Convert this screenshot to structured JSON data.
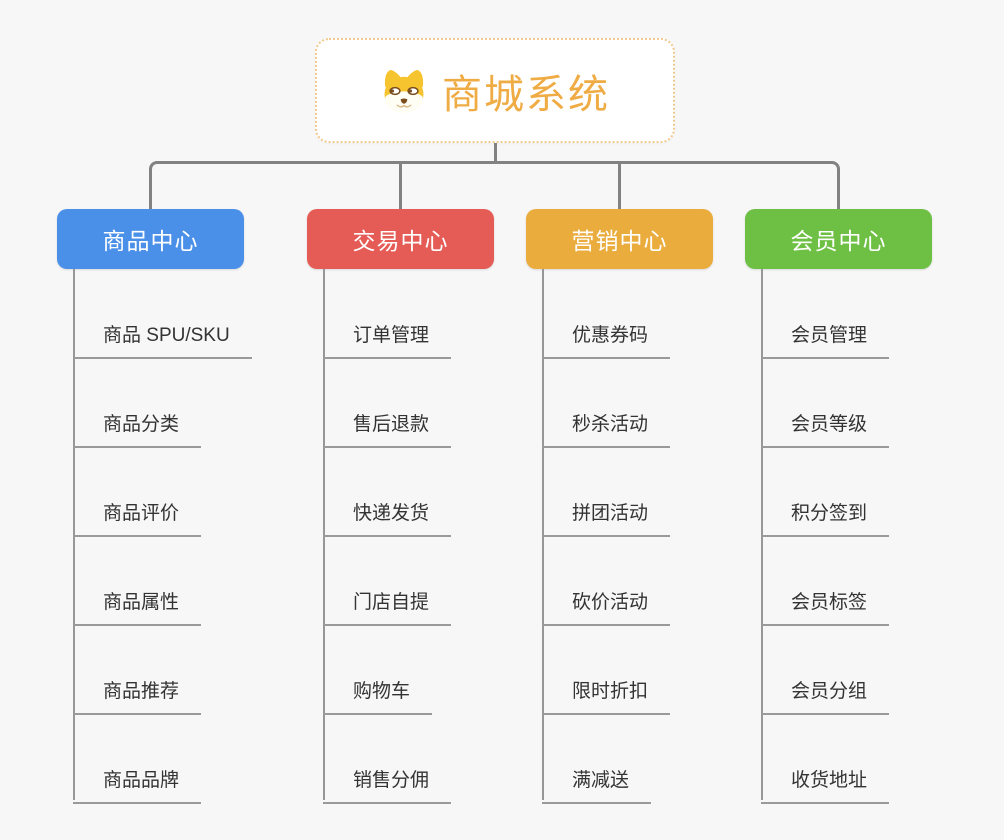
{
  "root": {
    "title": "商城系统",
    "icon": "doge-icon",
    "title_color": "#EFAC44",
    "border_color": "#F2C98C"
  },
  "palette": {
    "background": "#F7F7F7",
    "connector": "#828282",
    "leaf_line": "#9A9A9A",
    "leaf_text": "#333333",
    "header_text": "#FFFFFF"
  },
  "branches": [
    {
      "label": "商品中心",
      "color": "#4B90E8",
      "children": [
        "商品 SPU/SKU",
        "商品分类",
        "商品评价",
        "商品属性",
        "商品推荐",
        "商品品牌"
      ]
    },
    {
      "label": "交易中心",
      "color": "#E55B56",
      "children": [
        "订单管理",
        "售后退款",
        "快递发货",
        "门店自提",
        "购物车",
        "销售分佣"
      ]
    },
    {
      "label": "营销中心",
      "color": "#EBAC3E",
      "children": [
        "优惠券码",
        "秒杀活动",
        "拼团活动",
        "砍价活动",
        "限时折扣",
        "满减送"
      ]
    },
    {
      "label": "会员中心",
      "color": "#6EC044",
      "children": [
        "会员管理",
        "会员等级",
        "积分签到",
        "会员标签",
        "会员分组",
        "收货地址"
      ]
    }
  ]
}
